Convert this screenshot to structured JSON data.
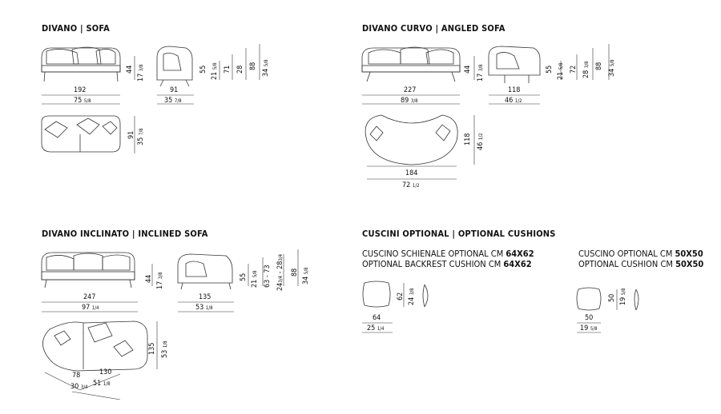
{
  "sections": {
    "sofa": {
      "title": "DIVANO | SOFA",
      "dims": {
        "front_w_cm": "192",
        "front_w_in": "75",
        "front_w_in_frac": "5/8",
        "front_h_cm": "44",
        "front_h_in": "17",
        "front_h_in_frac": "3/8",
        "side_w_cm": "91",
        "side_w_in": "35",
        "side_w_in_frac": "7/8",
        "side_seat_cm": "55",
        "side_seat_in": "21",
        "side_seat_in_frac": "5/8",
        "side_arm_cm": "71",
        "side_arm_in": "28",
        "side_h_cm": "88",
        "side_h_in": "34",
        "side_h_in_frac": "5/8",
        "top_d_cm": "91",
        "top_d_in": "35",
        "top_d_in_frac": "7/8"
      }
    },
    "angled": {
      "title": "DIVANO CURVO | ANGLED SOFA",
      "dims": {
        "front_w_cm": "227",
        "front_w_in": "89",
        "front_w_in_frac": "3/8",
        "front_h_cm": "44",
        "front_h_in": "17",
        "front_h_in_frac": "3/8",
        "side_w_cm": "118",
        "side_w_in": "46",
        "side_w_in_frac": "1/2",
        "side_seat_cm": "55",
        "side_seat_in": "21",
        "side_seat_in_frac": "5/8",
        "side_arm_cm": "72",
        "side_arm_in": "28",
        "side_arm_in_frac": "3/8",
        "side_h_cm": "88",
        "side_h_in": "34",
        "side_h_in_frac": "5/8",
        "top_w_cm": "184",
        "top_w_in": "72",
        "top_w_in_frac": "1/2",
        "top_d_cm": "118",
        "top_d_in": "46",
        "top_d_in_frac": "1/2"
      }
    },
    "inclined": {
      "title": "DIVANO INCLINATO | INCLINED SOFA",
      "dims": {
        "front_w_cm": "247",
        "front_w_in": "97",
        "front_w_in_frac": "1/4",
        "front_h_cm": "44",
        "front_h_in": "17",
        "front_h_in_frac": "3/8",
        "side_w_cm": "135",
        "side_w_in": "53",
        "side_w_in_frac": "1/8",
        "side_seat_cm": "55",
        "side_seat_in": "21",
        "side_seat_in_frac": "5/8",
        "side_arm_cm": "63 - 73",
        "side_arm_in": "24",
        "side_arm_in_frac": "3/4",
        "side_arm_in2": "- 28",
        "side_arm_in2_frac": "3/4",
        "side_h_cm": "88",
        "side_h_in": "34",
        "side_h_in_frac": "5/8",
        "top_d_cm": "135",
        "top_d_in": "53",
        "top_d_in_frac": "1/8",
        "top_a_cm": "78",
        "top_a_in": "30",
        "top_a_in_frac": "3/4",
        "top_b_cm": "130",
        "top_b_in": "51",
        "top_b_in_frac": "1/8"
      }
    },
    "cushions": {
      "title": "CUSCINI OPTIONAL | OPTIONAL CUSHIONS",
      "backrest": {
        "line1_text": "CUSCINO SCHIENALE OPTIONAL CM ",
        "line1_bold": "64X62",
        "line2_text": "OPTIONAL BACKREST CUSHION CM ",
        "line2_bold": "64X62",
        "w_cm": "64",
        "w_in": "25",
        "w_in_frac": "1/4",
        "h_cm": "62",
        "h_in": "24",
        "h_in_frac": "3/8"
      },
      "square": {
        "line1_text": "CUSCINO OPTIONAL CM ",
        "line1_bold": "50X50",
        "line2_text": "OPTIONAL CUSHION CM ",
        "line2_bold": "50X50",
        "w_cm": "50",
        "w_in": "19",
        "w_in_frac": "5/8",
        "h_cm": "50",
        "h_in": "19",
        "h_in_frac": "5/8"
      }
    }
  },
  "colors": {
    "ink": "#222222",
    "line": "#555555",
    "fill": "#ffffff"
  }
}
